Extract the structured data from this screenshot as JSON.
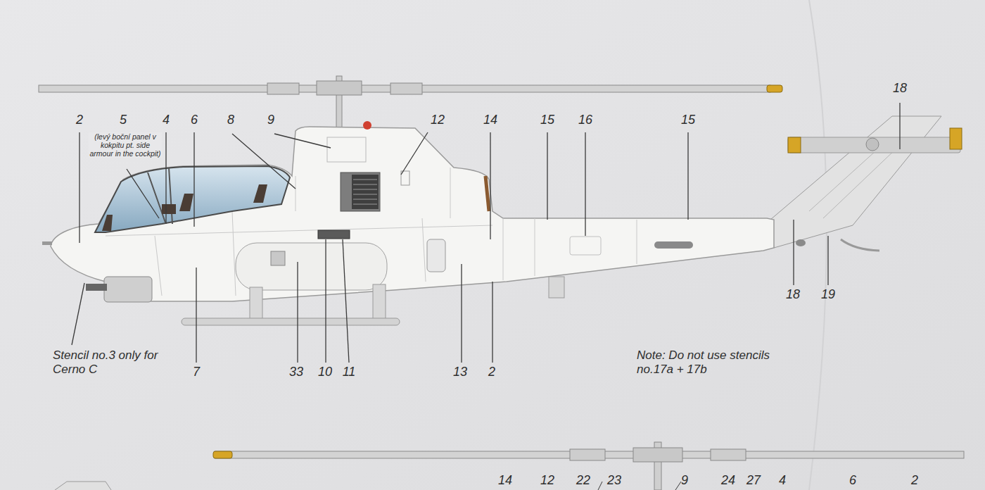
{
  "diagram": {
    "labels": [
      "2",
      "5",
      "(levý boční panel v kokpitu pt. side armour in the cockpit)",
      "4",
      "6",
      "8",
      "9",
      "12",
      "14",
      "15",
      "16",
      "15",
      "18",
      "18",
      "19",
      "Stencil no.3 only for Cerno C",
      "7",
      "33",
      "10",
      "11",
      "13",
      "2",
      "Note: Do not use stencils no.17a + 17b",
      "14",
      "12",
      "22",
      "23",
      "9",
      "24",
      "27",
      "4",
      "6",
      "2"
    ]
  }
}
